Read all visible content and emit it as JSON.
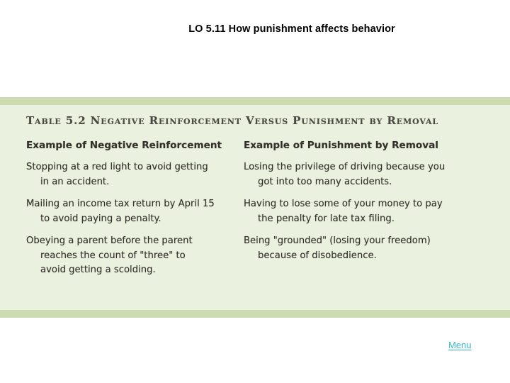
{
  "slide": {
    "title": "LO 5.11  How punishment affects behavior",
    "background_color": "#ffffff"
  },
  "table_figure": {
    "caption": "Table 5.2  Negative Reinforcement Versus Punishment by Removal",
    "band_color": "#ccdcb0",
    "fill_color": "#eaf1de",
    "text_color": "#332f2b",
    "columns": [
      {
        "header": "Example of Negative Reinforcement",
        "examples": [
          {
            "lines": [
              "Stopping at a red light to avoid getting",
              "in an accident."
            ]
          },
          {
            "lines": [
              "Mailing an income tax return by April 15",
              "to avoid paying a penalty."
            ]
          },
          {
            "lines": [
              "Obeying a parent before the parent",
              "reaches the count of \"three\" to",
              "avoid getting a scolding."
            ]
          }
        ]
      },
      {
        "header": "Example of Punishment by Removal",
        "examples": [
          {
            "lines": [
              "Losing the privilege of driving because you",
              "got into too many accidents."
            ]
          },
          {
            "lines": [
              "Having to lose some of your money to pay",
              "the penalty for late tax filing."
            ]
          },
          {
            "lines": [
              "Being \"grounded\" (losing your freedom)",
              "because of disobedience."
            ]
          }
        ]
      }
    ]
  },
  "footer": {
    "menu_label": "Menu",
    "menu_color": "#39b7c4"
  }
}
